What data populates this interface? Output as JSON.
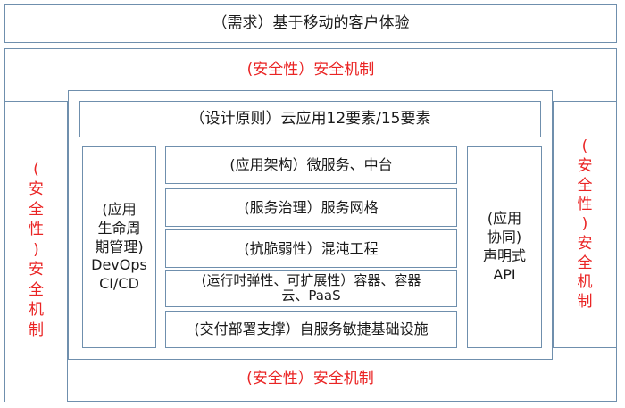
{
  "colors": {
    "border": "#6f8fad",
    "security_text": "#ea2424",
    "body_text": "#1a1a1a",
    "background": "#ffffff"
  },
  "diagram": {
    "top": "（需求）基于移动的客户体验",
    "security_top": "(安全性）安全机制",
    "security_left": "(\n安\n全\n性\n)\n安\n全\n机\n制",
    "security_right": "(\n安\n全\n性\n)\n安\n全\n机\n制",
    "security_bottom": "(安全性）安全机制",
    "design_principle": "（设计原则）云应用12要素/15要素",
    "lifecycle": "(应用\n生命周\n期管理)\nDevOps\nCI/CD",
    "collab": "(应用\n协同)\n声明式\nAPI",
    "layers": [
      "(应用架构）微服务、中台",
      "(服务治理）服务网格",
      "(抗脆弱性）混沌工程",
      "(运行时弹性、可扩展性）容器、容器\n云、PaaS",
      "(交付部署支撑）自服务敏捷基础设施"
    ]
  }
}
